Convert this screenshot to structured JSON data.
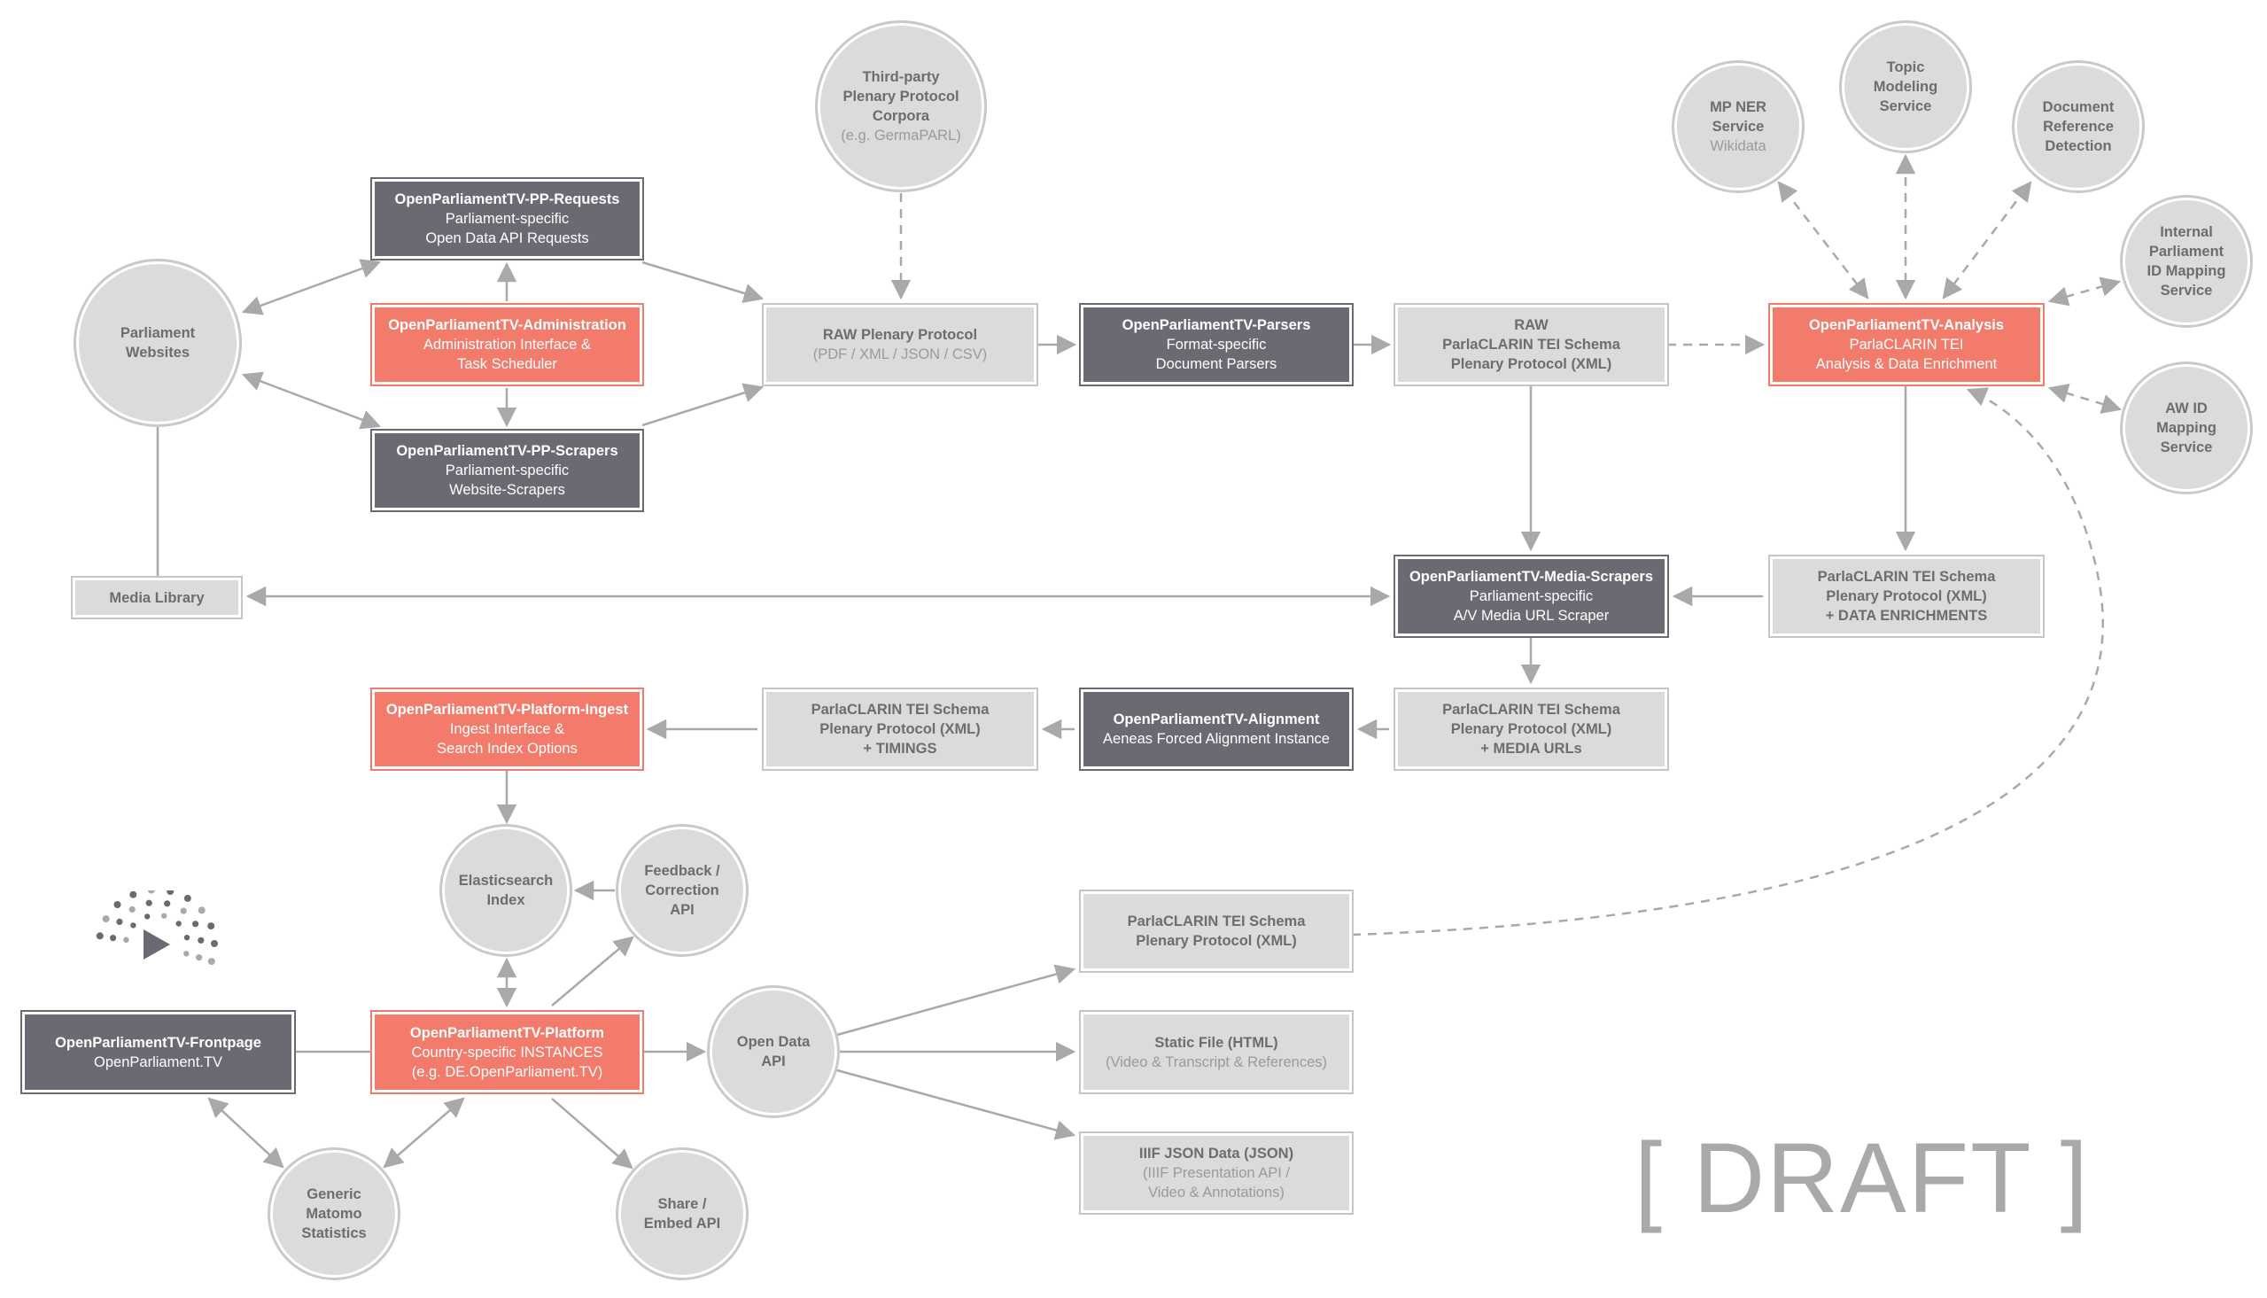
{
  "nodes": [
    {
      "id": "parliament-websites",
      "shape": "circle",
      "lines": [
        {
          "t": "Parliament",
          "s": "b"
        },
        {
          "t": "Websites",
          "s": "b"
        }
      ]
    },
    {
      "id": "media-library",
      "shape": "box",
      "style": "grey",
      "lines": [
        {
          "t": "Media Library",
          "s": "b"
        }
      ]
    },
    {
      "id": "pp-requests",
      "shape": "box",
      "style": "dark",
      "lines": [
        {
          "t": "OpenParliamentTV-PP-Requests",
          "s": "b"
        },
        {
          "t": "Parliament-specific",
          "s": "n"
        },
        {
          "t": "Open Data API Requests",
          "s": "n"
        }
      ]
    },
    {
      "id": "administration",
      "shape": "box",
      "style": "red",
      "lines": [
        {
          "t": "OpenParliamentTV-Administration",
          "s": "b"
        },
        {
          "t": "Administration Interface &",
          "s": "n"
        },
        {
          "t": "Task Scheduler",
          "s": "n"
        }
      ]
    },
    {
      "id": "pp-scrapers",
      "shape": "box",
      "style": "dark",
      "lines": [
        {
          "t": "OpenParliamentTV-PP-Scrapers",
          "s": "b"
        },
        {
          "t": "Parliament-specific",
          "s": "n"
        },
        {
          "t": "Website-Scrapers",
          "s": "n"
        }
      ]
    },
    {
      "id": "third-party-corpora",
      "shape": "circle",
      "lines": [
        {
          "t": "Third-party",
          "s": "b"
        },
        {
          "t": "Plenary Protocol",
          "s": "b"
        },
        {
          "t": "Corpora",
          "s": "b"
        },
        {
          "t": "(e.g. GermaPARL)",
          "s": "l"
        }
      ]
    },
    {
      "id": "raw-plenary-protocol",
      "shape": "box",
      "style": "grey",
      "lines": [
        {
          "t": "RAW Plenary Protocol",
          "s": "b"
        },
        {
          "t": "(PDF / XML / JSON / CSV)",
          "s": "l"
        }
      ]
    },
    {
      "id": "parsers",
      "shape": "box",
      "style": "dark",
      "lines": [
        {
          "t": "OpenParliamentTV-Parsers",
          "s": "b"
        },
        {
          "t": "Format-specific",
          "s": "n"
        },
        {
          "t": "Document Parsers",
          "s": "n"
        }
      ]
    },
    {
      "id": "raw-parlaclarin",
      "shape": "box",
      "style": "grey",
      "lines": [
        {
          "t": "RAW",
          "s": "b"
        },
        {
          "t": "ParlaCLARIN TEI Schema",
          "s": "b"
        },
        {
          "t": "Plenary Protocol (XML)",
          "s": "b"
        }
      ]
    },
    {
      "id": "analysis",
      "shape": "box",
      "style": "red",
      "lines": [
        {
          "t": "OpenParliamentTV-Analysis",
          "s": "b"
        },
        {
          "t": "ParlaCLARIN TEI",
          "s": "n"
        },
        {
          "t": "Analysis & Data Enrichment",
          "s": "n"
        }
      ]
    },
    {
      "id": "mp-ner-service",
      "shape": "circle",
      "lines": [
        {
          "t": "MP NER",
          "s": "b"
        },
        {
          "t": "Service",
          "s": "b"
        },
        {
          "t": "Wikidata",
          "s": "l"
        }
      ]
    },
    {
      "id": "topic-modeling-service",
      "shape": "circle",
      "lines": [
        {
          "t": "Topic",
          "s": "b"
        },
        {
          "t": "Modeling",
          "s": "b"
        },
        {
          "t": "Service",
          "s": "b"
        }
      ]
    },
    {
      "id": "document-reference-detection",
      "shape": "circle",
      "lines": [
        {
          "t": "Document",
          "s": "b"
        },
        {
          "t": "Reference",
          "s": "b"
        },
        {
          "t": "Detection",
          "s": "b"
        }
      ]
    },
    {
      "id": "internal-parliament-id-service",
      "shape": "circle",
      "lines": [
        {
          "t": "Internal",
          "s": "b"
        },
        {
          "t": "Parliament",
          "s": "b"
        },
        {
          "t": "ID Mapping",
          "s": "b"
        },
        {
          "t": "Service",
          "s": "b"
        }
      ]
    },
    {
      "id": "aw-id-mapping-service",
      "shape": "circle",
      "lines": [
        {
          "t": "AW ID",
          "s": "b"
        },
        {
          "t": "Mapping",
          "s": "b"
        },
        {
          "t": "Service",
          "s": "b"
        }
      ]
    },
    {
      "id": "media-scrapers",
      "shape": "box",
      "style": "dark",
      "lines": [
        {
          "t": "OpenParliamentTV-Media-Scrapers",
          "s": "b"
        },
        {
          "t": "Parliament-specific",
          "s": "n"
        },
        {
          "t": "A/V Media URL Scraper",
          "s": "n"
        }
      ]
    },
    {
      "id": "parlaclarin-enrichments",
      "shape": "box",
      "style": "grey",
      "lines": [
        {
          "t": "ParlaCLARIN TEI Schema",
          "s": "b"
        },
        {
          "t": "Plenary Protocol (XML)",
          "s": "b"
        },
        {
          "t": "+ DATA ENRICHMENTS",
          "s": "b"
        }
      ]
    },
    {
      "id": "platform-ingest",
      "shape": "box",
      "style": "red",
      "lines": [
        {
          "t": "OpenParliamentTV-Platform-Ingest",
          "s": "b"
        },
        {
          "t": "Ingest Interface &",
          "s": "n"
        },
        {
          "t": "Search Index Options",
          "s": "n"
        }
      ]
    },
    {
      "id": "parlaclarin-timings",
      "shape": "box",
      "style": "grey",
      "lines": [
        {
          "t": "ParlaCLARIN TEI Schema",
          "s": "b"
        },
        {
          "t": "Plenary Protocol (XML)",
          "s": "b"
        },
        {
          "t": "+ TIMINGS",
          "s": "b"
        }
      ]
    },
    {
      "id": "alignment",
      "shape": "box",
      "style": "dark",
      "lines": [
        {
          "t": "OpenParliamentTV-Alignment",
          "s": "b"
        },
        {
          "t": "Aeneas Forced Alignment Instance",
          "s": "n"
        }
      ]
    },
    {
      "id": "parlaclarin-media-urls",
      "shape": "box",
      "style": "grey",
      "lines": [
        {
          "t": "ParlaCLARIN TEI Schema",
          "s": "b"
        },
        {
          "t": "Plenary Protocol (XML)",
          "s": "b"
        },
        {
          "t": "+ MEDIA URLs",
          "s": "b"
        }
      ]
    },
    {
      "id": "elasticsearch-index",
      "shape": "circle",
      "lines": [
        {
          "t": "Elasticsearch",
          "s": "b"
        },
        {
          "t": "Index",
          "s": "b"
        }
      ]
    },
    {
      "id": "feedback-correction-api",
      "shape": "circle",
      "lines": [
        {
          "t": "Feedback /",
          "s": "b"
        },
        {
          "t": "Correction",
          "s": "b"
        },
        {
          "t": "API",
          "s": "b"
        }
      ]
    },
    {
      "id": "frontpage",
      "shape": "box",
      "style": "dark",
      "lines": [
        {
          "t": "OpenParliamentTV-Frontpage",
          "s": "b"
        },
        {
          "t": "OpenParliament.TV",
          "s": "n"
        }
      ]
    },
    {
      "id": "platform",
      "shape": "box",
      "style": "red",
      "lines": [
        {
          "t": "OpenParliamentTV-Platform",
          "s": "b"
        },
        {
          "t": "Country-specific INSTANCES",
          "s": "n"
        },
        {
          "t": "(e.g. DE.OpenParliament.TV)",
          "s": "n"
        }
      ]
    },
    {
      "id": "open-data-api",
      "shape": "circle",
      "lines": [
        {
          "t": "Open Data",
          "s": "b"
        },
        {
          "t": "API",
          "s": "b"
        }
      ]
    },
    {
      "id": "parlaclarin-output",
      "shape": "box",
      "style": "grey",
      "lines": [
        {
          "t": "ParlaCLARIN TEI Schema",
          "s": "b"
        },
        {
          "t": "Plenary Protocol (XML)",
          "s": "b"
        }
      ]
    },
    {
      "id": "static-file",
      "shape": "box",
      "style": "grey",
      "lines": [
        {
          "t": "Static File (HTML)",
          "s": "b"
        },
        {
          "t": "(Video & Transcript & References)",
          "s": "l"
        }
      ]
    },
    {
      "id": "iiif-json",
      "shape": "box",
      "style": "grey",
      "lines": [
        {
          "t": "IIIF JSON Data (JSON)",
          "s": "b"
        },
        {
          "t": "(IIIF Presentation API /",
          "s": "l"
        },
        {
          "t": "Video & Annotations)",
          "s": "l"
        }
      ]
    },
    {
      "id": "matomo-statistics",
      "shape": "circle",
      "lines": [
        {
          "t": "Generic",
          "s": "b"
        },
        {
          "t": "Matomo",
          "s": "b"
        },
        {
          "t": "Statistics",
          "s": "b"
        }
      ]
    },
    {
      "id": "share-embed-api",
      "shape": "circle",
      "lines": [
        {
          "t": "Share /",
          "s": "b"
        },
        {
          "t": "Embed API",
          "s": "b"
        }
      ]
    }
  ],
  "edges": [
    {
      "from": "pp-requests",
      "to": "parliament-websites",
      "dir": "both",
      "dashed": false
    },
    {
      "from": "pp-scrapers",
      "to": "parliament-websites",
      "dir": "both",
      "dashed": false
    },
    {
      "from": "administration",
      "to": "pp-requests",
      "dir": "forward",
      "dashed": false
    },
    {
      "from": "administration",
      "to": "pp-scrapers",
      "dir": "forward",
      "dashed": false
    },
    {
      "from": "pp-requests",
      "to": "raw-plenary-protocol",
      "dir": "forward",
      "dashed": false
    },
    {
      "from": "pp-scrapers",
      "to": "raw-plenary-protocol",
      "dir": "forward",
      "dashed": false
    },
    {
      "from": "third-party-corpora",
      "to": "raw-plenary-protocol",
      "dir": "forward",
      "dashed": true
    },
    {
      "from": "raw-plenary-protocol",
      "to": "parsers",
      "dir": "forward",
      "dashed": false
    },
    {
      "from": "parsers",
      "to": "raw-parlaclarin",
      "dir": "forward",
      "dashed": false
    },
    {
      "from": "raw-parlaclarin",
      "to": "analysis",
      "dir": "forward",
      "dashed": true
    },
    {
      "from": "analysis",
      "to": "mp-ner-service",
      "dir": "both",
      "dashed": true
    },
    {
      "from": "analysis",
      "to": "topic-modeling-service",
      "dir": "both",
      "dashed": true
    },
    {
      "from": "analysis",
      "to": "document-reference-detection",
      "dir": "both",
      "dashed": true
    },
    {
      "from": "analysis",
      "to": "internal-parliament-id-service",
      "dir": "both",
      "dashed": true
    },
    {
      "from": "analysis",
      "to": "aw-id-mapping-service",
      "dir": "both",
      "dashed": true
    },
    {
      "from": "analysis",
      "to": "parlaclarin-enrichments",
      "dir": "forward",
      "dashed": false
    },
    {
      "from": "raw-parlaclarin",
      "to": "media-scrapers",
      "dir": "forward",
      "dashed": false
    },
    {
      "from": "parlaclarin-enrichments",
      "to": "media-scrapers",
      "dir": "forward",
      "dashed": false
    },
    {
      "from": "media-scrapers",
      "to": "media-library",
      "dir": "both",
      "dashed": false
    },
    {
      "from": "parliament-websites",
      "to": "media-library",
      "dir": "none",
      "dashed": false
    },
    {
      "from": "media-scrapers",
      "to": "parlaclarin-media-urls",
      "dir": "forward",
      "dashed": false
    },
    {
      "from": "parlaclarin-media-urls",
      "to": "alignment",
      "dir": "forward",
      "dashed": false
    },
    {
      "from": "alignment",
      "to": "parlaclarin-timings",
      "dir": "forward",
      "dashed": false
    },
    {
      "from": "parlaclarin-timings",
      "to": "platform-ingest",
      "dir": "forward",
      "dashed": false
    },
    {
      "from": "platform-ingest",
      "to": "elasticsearch-index",
      "dir": "forward",
      "dashed": false
    },
    {
      "from": "feedback-correction-api",
      "to": "elasticsearch-index",
      "dir": "forward",
      "dashed": false
    },
    {
      "from": "platform",
      "to": "elasticsearch-index",
      "dir": "both",
      "dashed": false
    },
    {
      "from": "platform",
      "to": "feedback-correction-api",
      "dir": "forward",
      "dashed": false
    },
    {
      "from": "frontpage",
      "to": "platform",
      "dir": "none",
      "dashed": false
    },
    {
      "from": "platform",
      "to": "open-data-api",
      "dir": "forward",
      "dashed": false
    },
    {
      "from": "platform",
      "to": "share-embed-api",
      "dir": "forward",
      "dashed": false
    },
    {
      "from": "frontpage",
      "to": "matomo-statistics",
      "dir": "both",
      "dashed": false
    },
    {
      "from": "platform",
      "to": "matomo-statistics",
      "dir": "both",
      "dashed": false
    },
    {
      "from": "open-data-api",
      "to": "parlaclarin-output",
      "dir": "forward",
      "dashed": false
    },
    {
      "from": "open-data-api",
      "to": "static-file",
      "dir": "forward",
      "dashed": false
    },
    {
      "from": "open-data-api",
      "to": "iiif-json",
      "dir": "forward",
      "dashed": false
    },
    {
      "from": "parlaclarin-output",
      "to": "analysis",
      "dir": "forward",
      "dashed": true
    }
  ],
  "watermark": "[ DRAFT ]",
  "logo": {
    "icon": "play-icon",
    "dots_color": "#6a6a72",
    "accent": "#a9a9a9"
  },
  "colors": {
    "dark": "#6a6a72",
    "red": "#f27b6b",
    "grey": "#dbdbdb",
    "line": "#a9a9a9",
    "text": "#6d6d6d"
  }
}
